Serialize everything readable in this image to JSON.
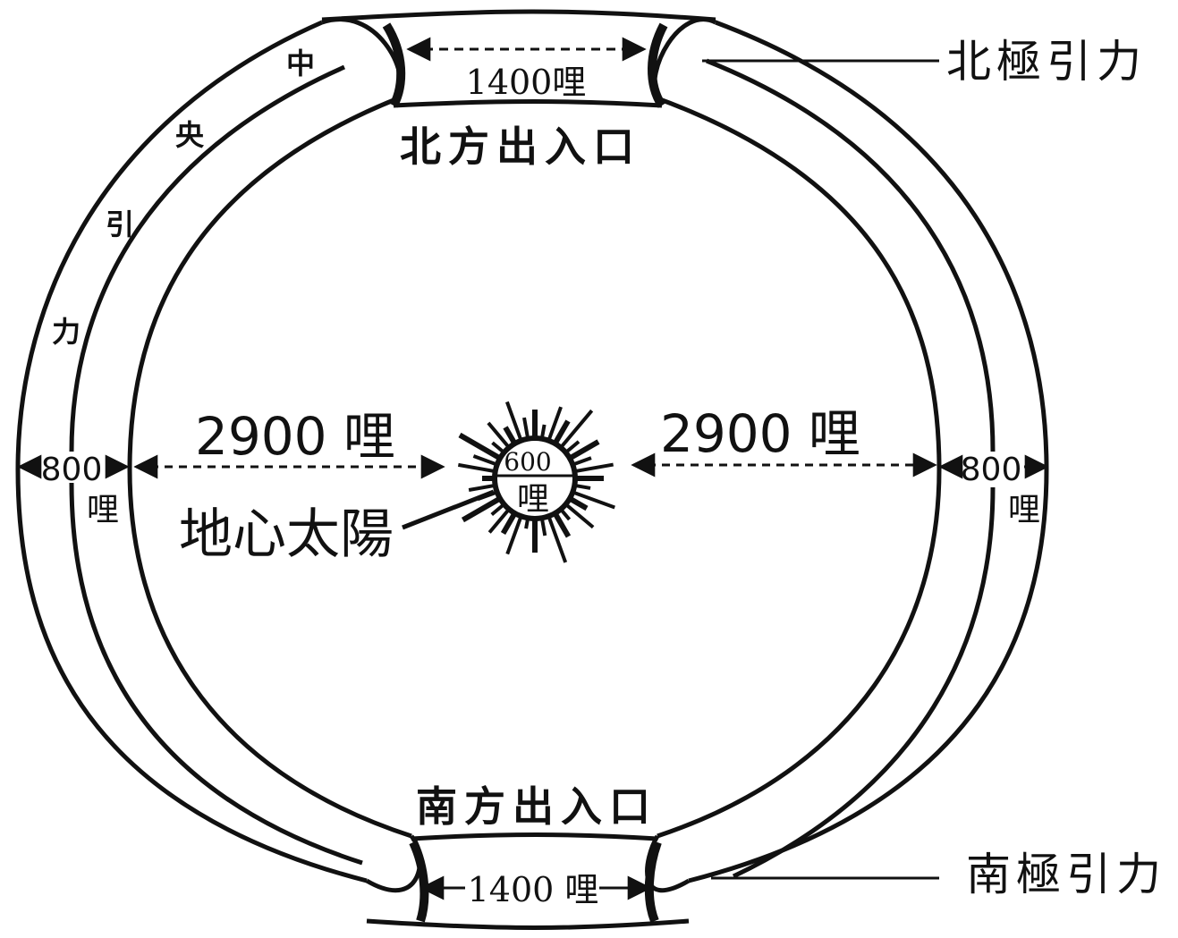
{
  "labels": {
    "north_exit": "北方出入口",
    "south_exit": "南方出入口",
    "north_gravity": "北極引力",
    "south_gravity": "南極引力",
    "central_gravity": [
      "中",
      "央",
      "引",
      "力"
    ],
    "inner_sun": "地心太陽",
    "dist_left": "2900 哩",
    "dist_right": "2900 哩",
    "sun_size_num": "600",
    "sun_size_unit": "哩",
    "shell_left_num": "800",
    "shell_left_unit": "哩",
    "shell_right_num": "800",
    "shell_right_unit": "哩",
    "north_opening": "1400哩",
    "south_opening": "1400 哩"
  },
  "colors": {
    "ink": "#111111",
    "paper": "#ffffff"
  }
}
